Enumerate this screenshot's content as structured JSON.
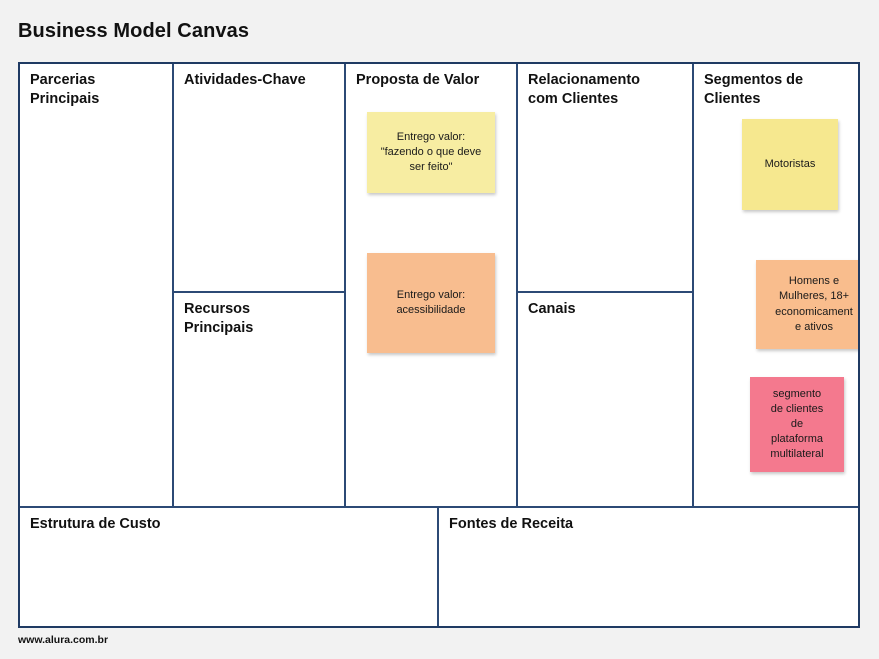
{
  "document": {
    "title": "Business Model Canvas",
    "footer_url": "www.alura.com.br"
  },
  "colors": {
    "page_background": "#f2f2f2",
    "canvas_background": "#ffffff",
    "border": "#1f3a63",
    "divider": "#2c4a75",
    "note_yellow": "#f7eda2",
    "note_orange": "#f8bd8f",
    "note_pink": "#f4798e"
  },
  "canvas": {
    "blocks": [
      {
        "id": "key-partners",
        "title": "Parcerias\nPrincipais"
      },
      {
        "id": "key-activities",
        "title": "Atividades-Chave"
      },
      {
        "id": "key-resources",
        "title": "Recursos\nPrincipais"
      },
      {
        "id": "value-proposition",
        "title": "Proposta de Valor"
      },
      {
        "id": "customer-relationships",
        "title": "Relacionamento\ncom Clientes"
      },
      {
        "id": "channels",
        "title": "Canais"
      },
      {
        "id": "customer-segments",
        "title": "Segmentos de\nClientes"
      },
      {
        "id": "cost-structure",
        "title": "Estrutura de Custo"
      },
      {
        "id": "revenue-streams",
        "title": "Fontes de Receita"
      }
    ],
    "notes": {
      "value_proposition": [
        {
          "id": "vp-note-1",
          "color": "yellow",
          "text": "Entrego valor:\n\"fazendo o que deve\nser feito\""
        },
        {
          "id": "vp-note-2",
          "color": "orange",
          "text": "Entrego valor:\nacessibilidade"
        }
      ],
      "customer_segments": [
        {
          "id": "cs-note-1",
          "color": "yellow",
          "text": "Motoristas"
        },
        {
          "id": "cs-note-2",
          "color": "orange",
          "text": "Homens e\nMulheres, 18+\neconomicament\ne ativos"
        },
        {
          "id": "cs-note-3",
          "color": "pink",
          "text": "segmento\nde clientes\nde\nplataforma\nmultilateral"
        }
      ]
    }
  }
}
